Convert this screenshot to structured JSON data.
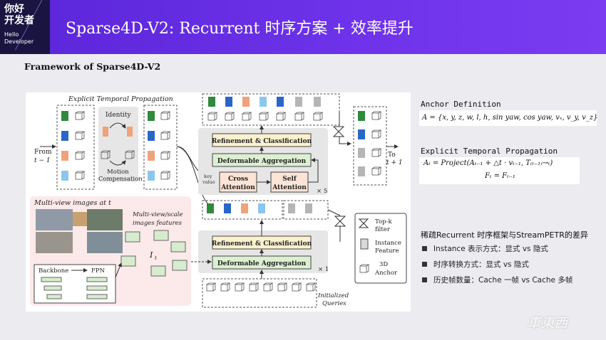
{
  "logo": {
    "line1": "你好",
    "line2": "开发者",
    "line3": "Hello",
    "line4": "Developer"
  },
  "header": {
    "title": "Sparse4D-V2: Recurrent 时序方案 + 效率提升"
  },
  "subtitle": "Framework of Sparse4D-V2",
  "figure": {
    "explicit_label": "Explicit Temporal Propagation",
    "identity": "Identity",
    "motion_1": "Motion",
    "motion_2": "Compensation",
    "from_1": "From",
    "from_2": "t − 1",
    "to_1": "To",
    "to_2": "t + 1",
    "refine": "Refinement & Classification",
    "deform": "Deformable Aggregation",
    "cross_1": "Cross",
    "cross_2": "Attention",
    "self_1": "Self",
    "self_2": "Attention",
    "key": "key",
    "value": "value",
    "x5": "× 5",
    "x1": "× 1",
    "multiview": "Multi-view images at t",
    "mvfeat_1": "Multi-view/scale",
    "mvfeat_2": "images features",
    "backbone": "Backbone",
    "fpn": "FPN",
    "It": "I",
    "It_sub": "t",
    "init_1": "Initialized",
    "init_2": "Queries",
    "legend_topk_1": "Top-k",
    "legend_topk_2": "filter",
    "legend_inst_1": "Instance",
    "legend_inst_2": "Feature",
    "legend_3d_1": "3D",
    "legend_3d_2": "Anchor"
  },
  "anchor": {
    "title": "Anchor Definition",
    "formula": "A = {x, y, z, w, l, h, sin yaw, cos yaw, vₓ, v_y, v_z}"
  },
  "etp": {
    "title": "Explicit Temporal Propagation",
    "eq1": "Aₜ = Project(Aₜ₋₁ + △t · vₜ₋₁, T₍ₜ₋₁₎→ₜ)",
    "eq2": "Fₜ = Fₜ₋₁"
  },
  "compare": {
    "title": "稀疏Recurrent 时序框架与StreamPETR的差异",
    "items": [
      "Instance 表示方式：显式 vs 隐式",
      "时序转换方式：显式 vs 隐式",
      "历史帧数量：Cache 一帧 vs Cache 多帧"
    ]
  },
  "watermark": "車東西",
  "colors": {
    "header": "#6a2fe6",
    "green": "#2f8a3c",
    "blue": "#2a66c8",
    "orange": "#f0a27a",
    "lightblue": "#8cc6ee",
    "gray": "#b5b5b5",
    "refine_bg": "#fbf1cf",
    "deform_bg": "#dcefd2",
    "attn_bg": "#fbe3d6",
    "pink_bg": "#fce9ea"
  }
}
